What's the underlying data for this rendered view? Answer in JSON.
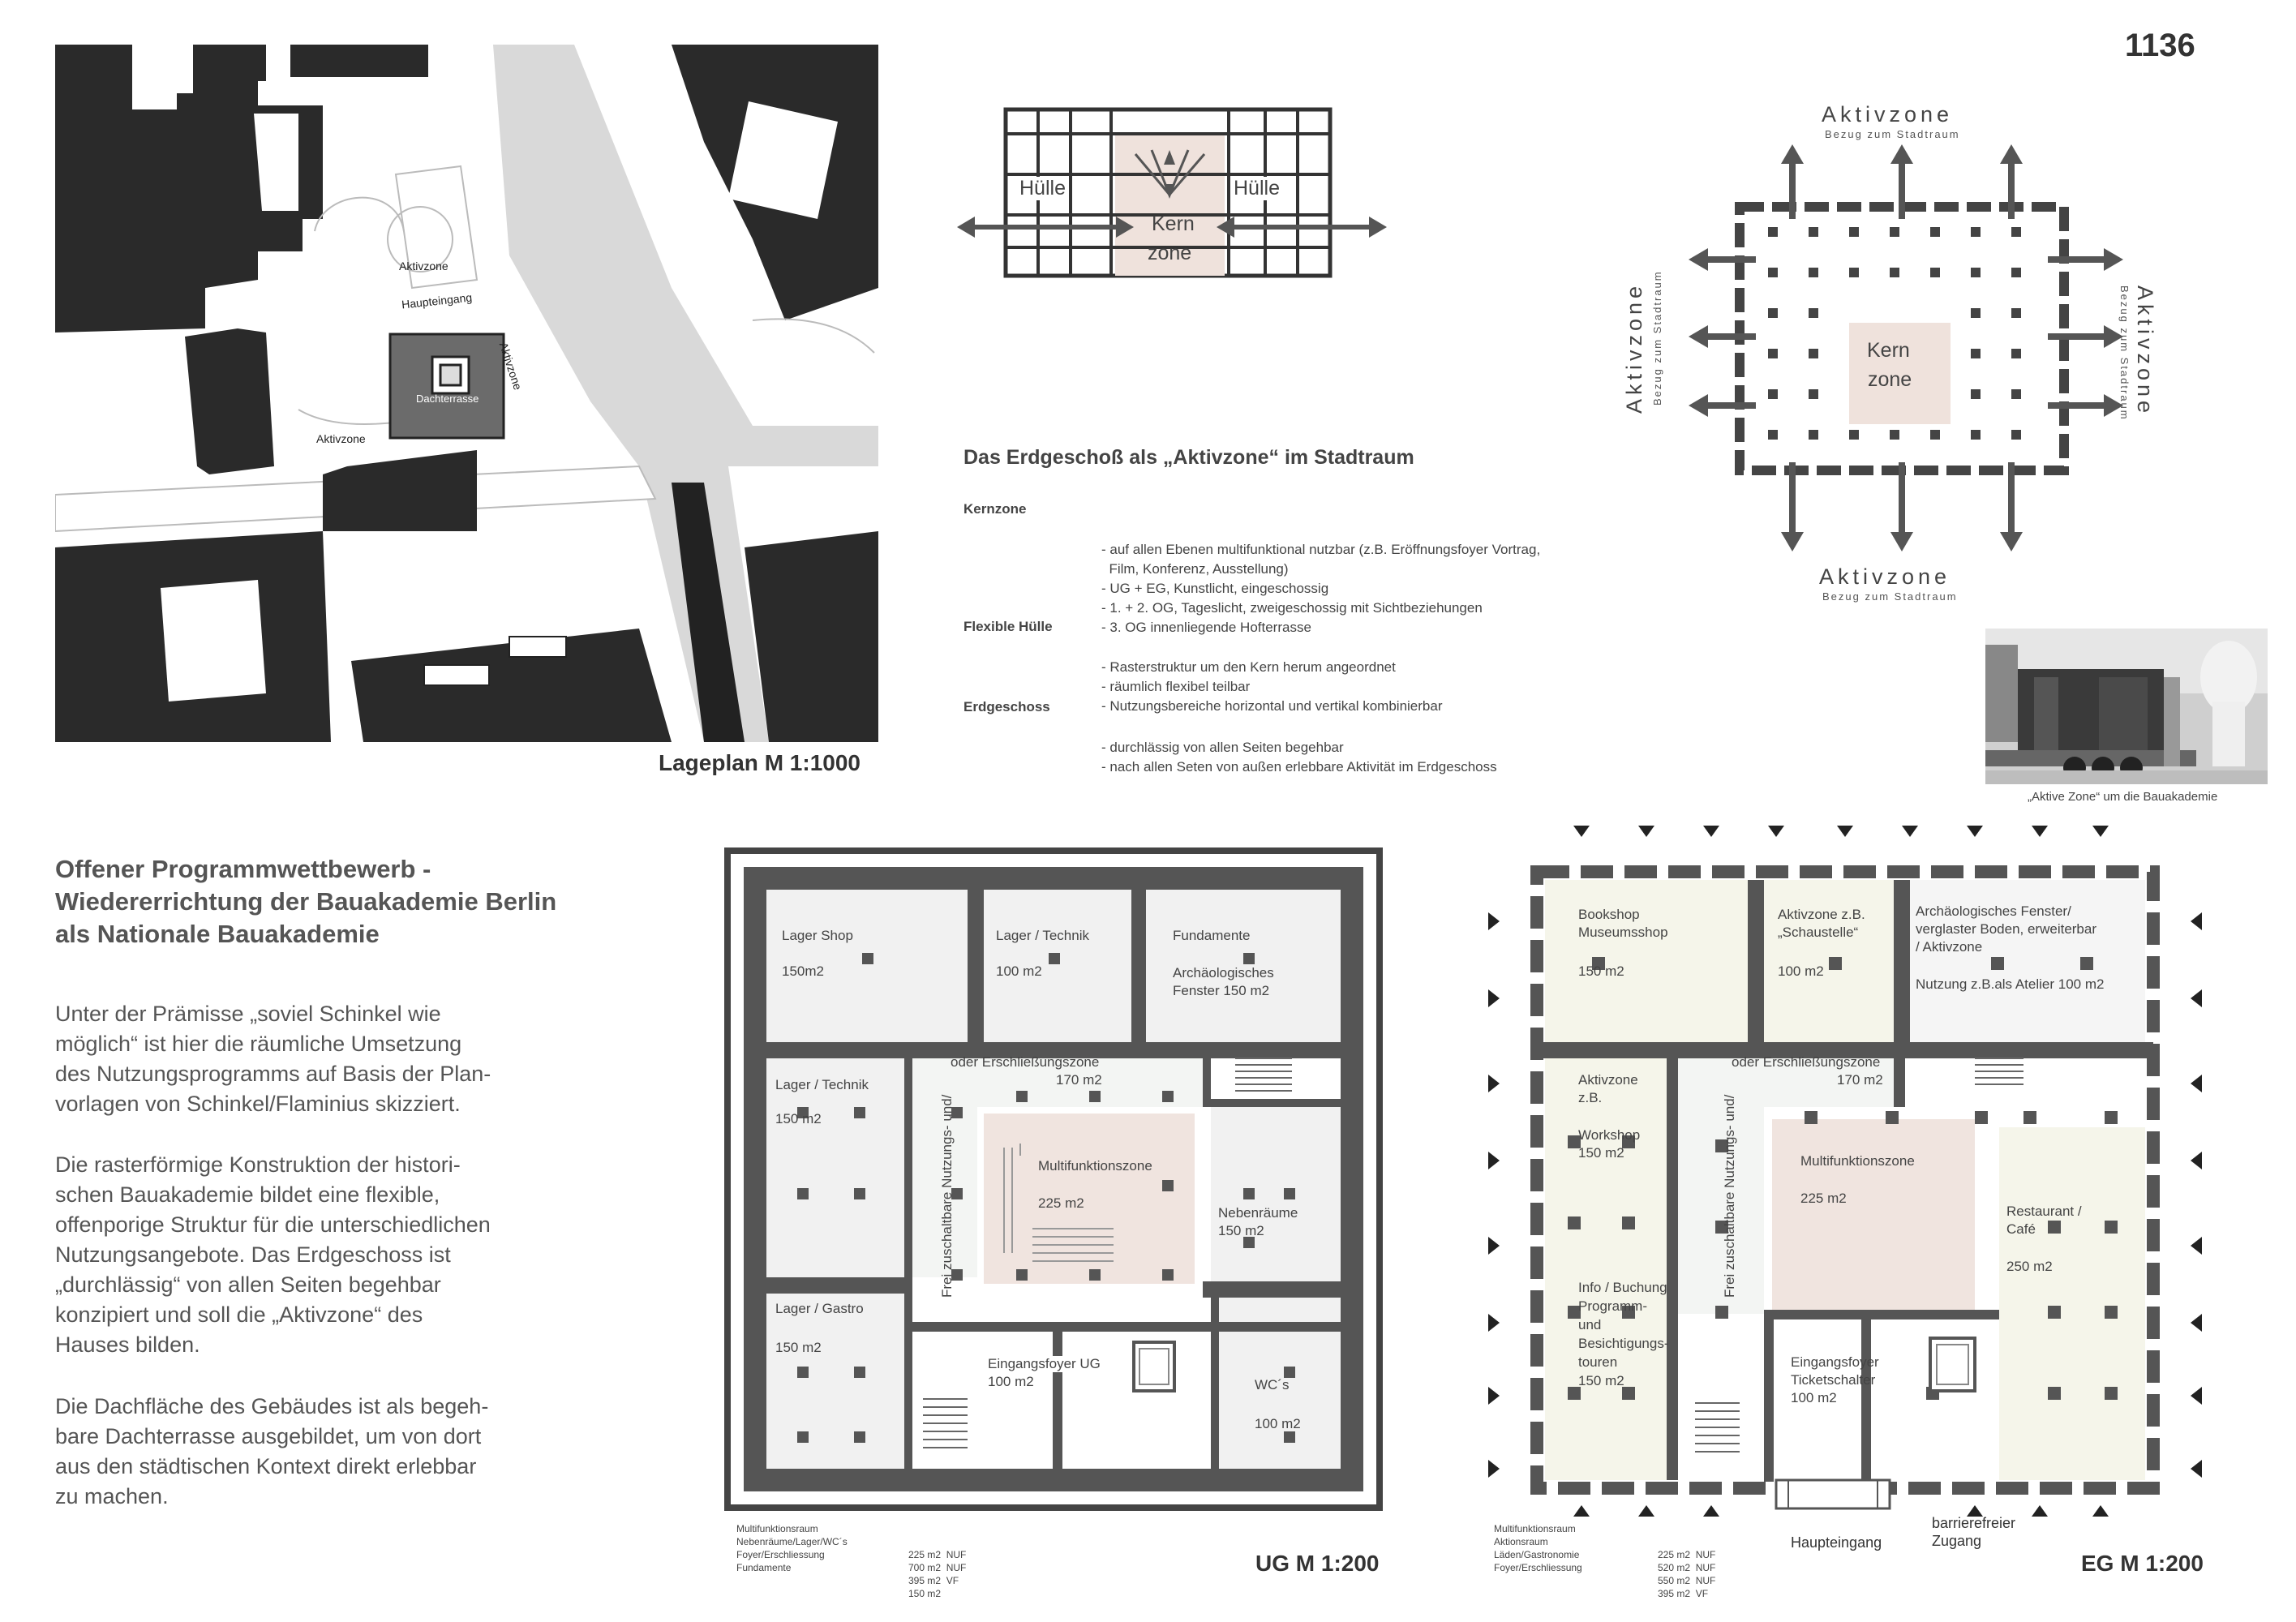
{
  "sheet_number": "1136",
  "title": [
    "Offener Programmwettbewerb -",
    "Wiedererrichtung der Bauakademie Berlin",
    "als Nationale Bauakademie"
  ],
  "paragraphs": [
    [
      "Unter der Prämisse „soviel Schinkel wie",
      "möglich“ ist hier die räumliche Umsetzung",
      "des Nutzungsprogramms auf Basis der Plan-",
      "vorlagen von Schinkel/Flaminius skizziert."
    ],
    [
      "Die rasterförmige Konstruktion der histori-",
      "schen Bauakademie bildet eine flexible,",
      "offenporige Struktur für die unterschiedlichen",
      "Nutzungsangebote. Das Erdgeschoss ist",
      "„durchlässig“ von allen Seiten begehbar",
      "konzipiert und soll die „Aktivzone“ des",
      "Hauses bilden."
    ],
    [
      "Die Dachfläche des Gebäudes ist als begeh-",
      "bare Dachterrasse ausgebildet, um von dort",
      "aus den städtischen Kontext direkt erlebbar",
      "zu machen."
    ]
  ],
  "site_plan": {
    "caption": "Lageplan M 1:1000",
    "labels": {
      "aktivzone_top": "Aktivzone",
      "haupteingang": "Haupteingang",
      "aktivzone_right": "Aktivzone",
      "dachterrasse": "Dachterrasse",
      "aktivzone_left": "Aktivzone"
    }
  },
  "section": {
    "huelle_left": "Hülle",
    "huelle_right": "Hülle",
    "kern": "Kern",
    "zone": "zone"
  },
  "zone_diagram": {
    "kern": "Kern",
    "zone": "zone",
    "aktivzone": "Aktivzone",
    "bezug": "Bezug zum Stadtraum"
  },
  "concept": {
    "heading": "Das Erdgeschoß als „Aktivzone“ im Stadtraum",
    "rows": [
      {
        "term": "Kernzone",
        "lines": [
          "- auf allen Ebenen multifunktional nutzbar (z.B. Eröffnungsfoyer Vortrag,",
          "  Film, Konferenz, Ausstellung)",
          "- UG + EG, Kunstlicht, eingeschossig",
          "- 1. + 2. OG, Tageslicht, zweigeschossig mit Sichtbeziehungen",
          "- 3. OG innenliegende Hofterrasse"
        ]
      },
      {
        "term": "Flexible Hülle",
        "lines": [
          "- Rasterstruktur um den Kern herum angeordnet",
          "- räumlich flexibel teilbar",
          "- Nutzungsbereiche horizontal und vertikal kombinierbar"
        ]
      },
      {
        "term": "Erdgeschoss",
        "lines": [
          "- durchlässig von allen Seiten begehbar",
          "- nach allen Seten von außen erlebbare Aktivität im Erdgeschoss"
        ]
      }
    ]
  },
  "photo_caption": "„Aktive Zone“ um die Bauakademie",
  "ug_plan": {
    "caption": "UG M 1:200",
    "rooms": {
      "lager_shop": "Lager Shop",
      "lager_shop_area": "150m2",
      "lager_technik_top": "Lager / Technik",
      "lager_technik_top_area": "100 m2",
      "fundamente": "Fundamente",
      "fundamente_sub1": "Archäologisches",
      "fundamente_sub2": "Fenster 150 m2",
      "lager_technik_left": "Lager / Technik",
      "lager_technik_left_area": "150 m2",
      "erschliessung": "oder Erschließungszone",
      "erschliessung_area": "170 m2",
      "nutzungs": "Frei zuschaltbare Nutzungs- und/",
      "multi": "Multifunktionszone",
      "multi_area": "225 m2",
      "nebenraeume": "Nebenräume",
      "nebenraeume_area": "150 m2",
      "lager_gastro": "Lager / Gastro",
      "lager_gastro_area": "150 m2",
      "eingangsfoyer": "Eingangsfoyer UG",
      "eingangsfoyer_area": "100 m2",
      "wc": "WC´s",
      "wc_area": "100 m2"
    },
    "summary": [
      {
        "label": "Multifunktionsraum",
        "value": "225 m2  NUF"
      },
      {
        "label": "Nebenräume/Lager/WC´s",
        "value": "700 m2  NUF"
      },
      {
        "label": "Foyer/Erschliessung",
        "value": "395 m2  VF"
      },
      {
        "label": "Fundamente",
        "value": "150 m2"
      }
    ]
  },
  "eg_plan": {
    "caption": "EG M 1:200",
    "rooms": {
      "bookshop": "Bookshop",
      "bookshop_sub": "Museumsshop",
      "bookshop_area": "150 m2",
      "aktiv_top": "Aktivzone z.B.",
      "aktiv_top_sub": "„Schaustelle“",
      "aktiv_top_area": "100 m2",
      "arch1": "Archäologisches Fenster/",
      "arch2": "verglaster Boden, erweiterbar",
      "arch3": "/ Aktivzone",
      "arch4": "Nutzung z.B.als Atelier 100 m2",
      "erschliessung": "oder Erschließungszone",
      "erschliessung_area": "170 m2",
      "aktiv_left": "Aktivzone",
      "aktiv_left_sub": "z.B.",
      "workshop": "Workshop",
      "workshop_area": "150 m2",
      "nutzungs": "Frei zuschaltbare Nutzungs- und/",
      "multi": "Multifunktionszone",
      "multi_area": "225 m2",
      "restaurant": "Restaurant /",
      "restaurant_sub": "Café",
      "restaurant_area": "250 m2",
      "info1": "Info / Buchung",
      "info2": "Programm-",
      "info3": "und",
      "info4": "Besichtigungs-",
      "info5": "touren",
      "info_area": "150 m2",
      "foyer": "Eingangsfoyer",
      "foyer_sub": "Ticketschalter",
      "foyer_area": "100 m2",
      "haupteingang": "Haupteingang",
      "barrierefrei1": "barrierefreier",
      "barrierefrei2": "Zugang"
    },
    "summary": [
      {
        "label": "Multifunktionsraum",
        "value": "225 m2  NUF"
      },
      {
        "label": "Aktionsraum",
        "value": "520 m2  NUF"
      },
      {
        "label": "Läden/Gastronomie",
        "value": "550 m2  NUF"
      },
      {
        "label": "Foyer/Erschliessung",
        "value": "395 m2  VF"
      }
    ]
  }
}
